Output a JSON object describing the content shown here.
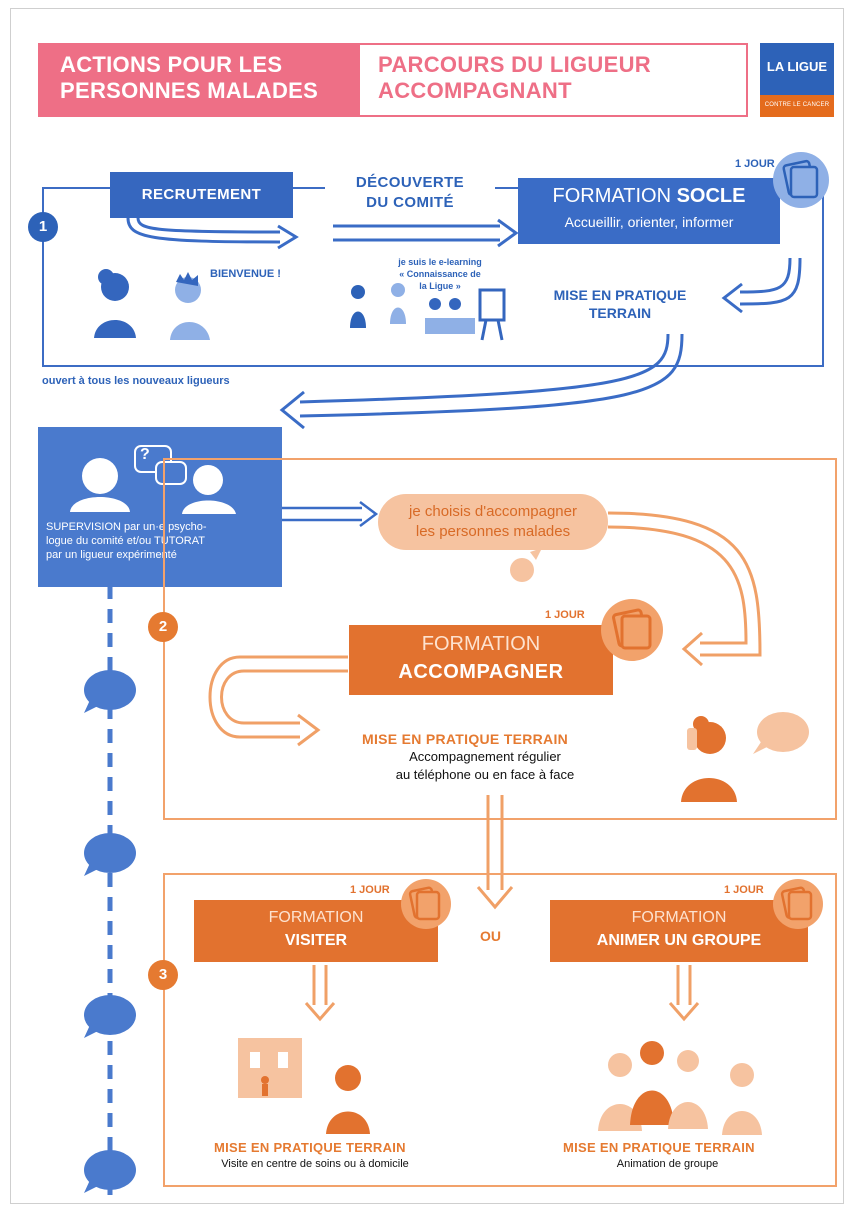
{
  "header": {
    "left_line1": "ACTIONS POUR LES",
    "left_line2": "PERSONNES MALADES",
    "right_line1": "PARCOURS DU LIGUEUR",
    "right_line2": "ACCOMPAGNANT",
    "logo_text": "LA LIGUE",
    "logo_sub": "CONTRE LE CANCER"
  },
  "step1": {
    "number": "1",
    "recrutement": "RECRUTEMENT",
    "decouverte_line1": "DÉCOUVERTE",
    "decouverte_line2": "DU COMITÉ",
    "jour": "1 JOUR",
    "formation_word": "FORMATION",
    "formation_bold": "SOCLE",
    "formation_sub": "Accueillir, orienter, informer",
    "bienvenue": "BIENVENUE !",
    "elearning_line1": "je suis le e-learning",
    "elearning_line2": "« Connaissance de",
    "elearning_line3": "la Ligue »",
    "mep_line1": "MISE EN PRATIQUE",
    "mep_line2": "TERRAIN",
    "ouvert": "ouvert à tous les nouveaux ligueurs"
  },
  "supervision": {
    "question": "?",
    "line1": "SUPERVISION par un·e psycho-",
    "line2": "logue du comité et/ou TUTORAT",
    "line3": "par un ligueur expérimenté"
  },
  "step2": {
    "number": "2",
    "choisis_line1": "je choisis d'accompagner",
    "choisis_line2": "les personnes malades",
    "jour": "1 JOUR",
    "formation_line1": "FORMATION",
    "formation_line2": "ACCOMPAGNER",
    "mep": "MISE EN PRATIQUE TERRAIN",
    "desc_line1": "Accompagnement régulier",
    "desc_line2": "au téléphone ou en face à face"
  },
  "step3": {
    "number": "3",
    "ou": "OU",
    "visiter": {
      "jour": "1 JOUR",
      "line1": "FORMATION",
      "line2": "VISITER",
      "mep": "MISE EN PRATIQUE TERRAIN",
      "desc": "Visite en centre de soins ou à domicile"
    },
    "animer": {
      "jour": "1 JOUR",
      "line1": "FORMATION",
      "line2": "ANIMER UN GROUPE",
      "mep": "MISE EN PRATIQUE TERRAIN",
      "desc": "Animation de groupe"
    }
  },
  "colors": {
    "blue": "#2d62b8",
    "orange": "#e2722f",
    "pink": "#ee6f86",
    "light_orange": "#f6c3a0"
  }
}
